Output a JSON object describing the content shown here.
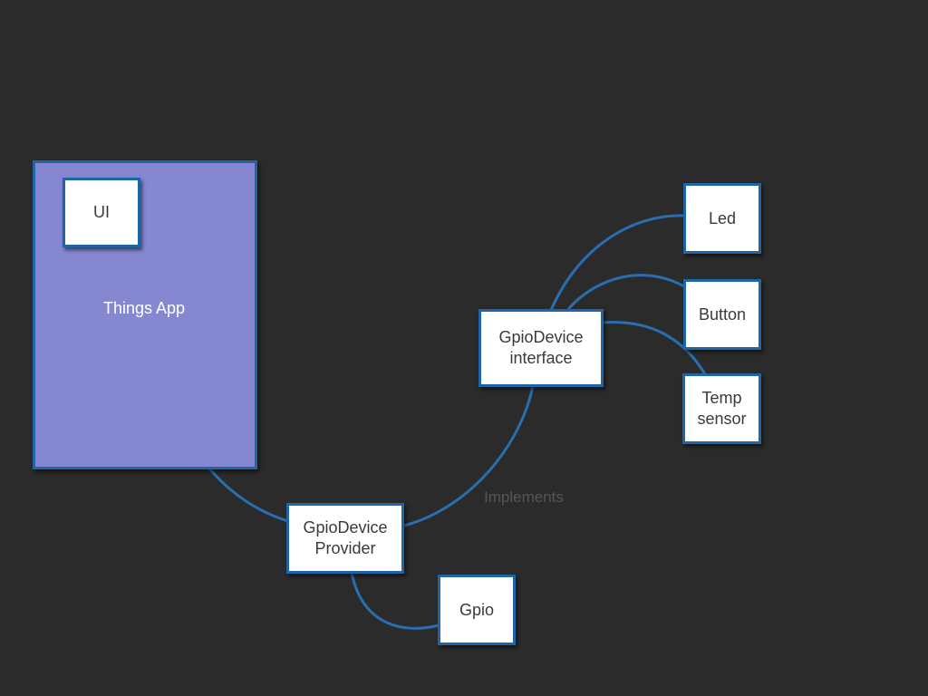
{
  "diagram": {
    "background": "#2b2b2b",
    "accent_border": "#1e66a8",
    "connector_color": "#2a6eb0",
    "container": {
      "label": "Things App",
      "fill": "#8588d1"
    },
    "nodes": {
      "ui": "UI",
      "gpio_device_interface": "GpioDevice\ninterface",
      "gpio_device_provider": "GpioDevice\nProvider",
      "gpio": "Gpio",
      "led": "Led",
      "button": "Button",
      "temp_sensor": "Temp\nsensor"
    },
    "edge_labels": {
      "implements": "Implements"
    },
    "edges": [
      {
        "from": "Things App",
        "to": "GpioDevice Provider"
      },
      {
        "from": "GpioDevice Provider",
        "to": "GpioDevice interface"
      },
      {
        "from": "GpioDevice Provider",
        "to": "Gpio"
      },
      {
        "from": "GpioDevice interface",
        "to": "Led"
      },
      {
        "from": "GpioDevice interface",
        "to": "Button"
      },
      {
        "from": "GpioDevice interface",
        "to": "Temp sensor"
      }
    ]
  }
}
